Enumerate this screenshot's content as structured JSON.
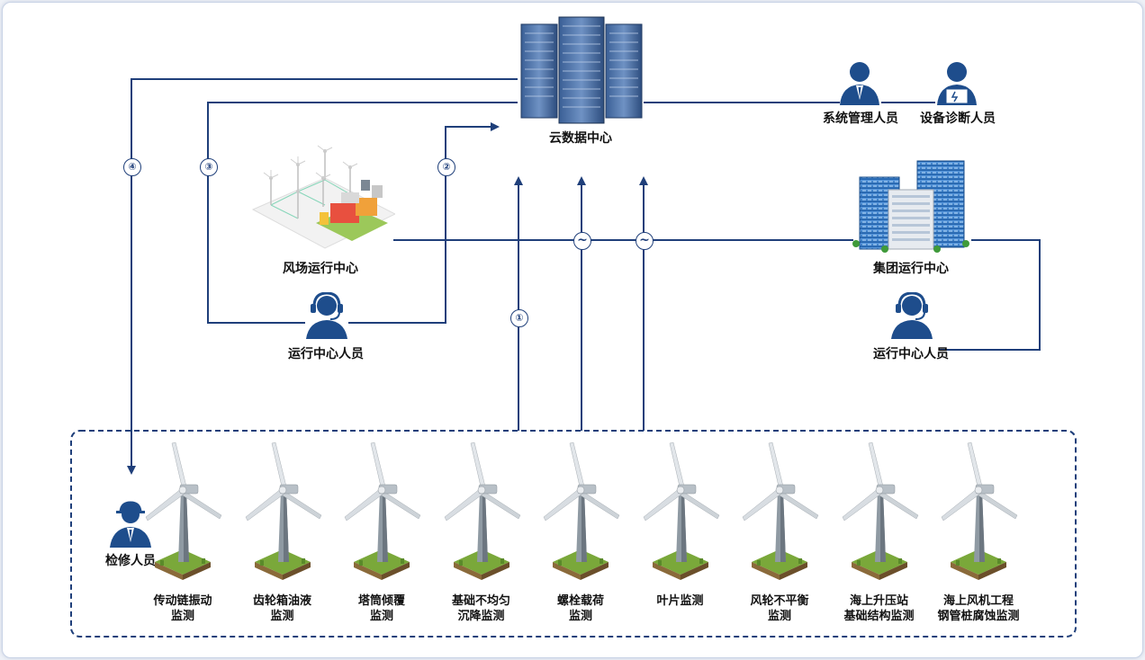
{
  "nodes": {
    "cloud": "云数据中心",
    "sys_admin": "系统管理人员",
    "diag_staff": "设备诊断人员",
    "wind_center": "风场运行中心",
    "group_center": "集团运行中心",
    "ops_left": "运行中心人员",
    "ops_right": "运行中心人员",
    "maintenance": "检修人员"
  },
  "steps": [
    "①",
    "②",
    "③",
    "④"
  ],
  "ac_symbol": "~",
  "turbines": [
    {
      "line1": "传动链振动",
      "line2": "监测"
    },
    {
      "line1": "齿轮箱油液",
      "line2": "监测"
    },
    {
      "line1": "塔筒倾覆",
      "line2": "监测"
    },
    {
      "line1": "基础不均匀",
      "line2": "沉降监测"
    },
    {
      "line1": "螺栓载荷",
      "line2": "监测"
    },
    {
      "line1": "叶片监测",
      "line2": ""
    },
    {
      "line1": "风轮不平衡",
      "line2": "监测"
    },
    {
      "line1": "海上升压站",
      "line2": "基础结构监测"
    },
    {
      "line1": "海上风机工程",
      "line2": "钢管桩腐蚀监测"
    }
  ],
  "colors": {
    "line": "#1f3f7a",
    "person": "#1e4d8c",
    "grass": "#7aa83a"
  }
}
